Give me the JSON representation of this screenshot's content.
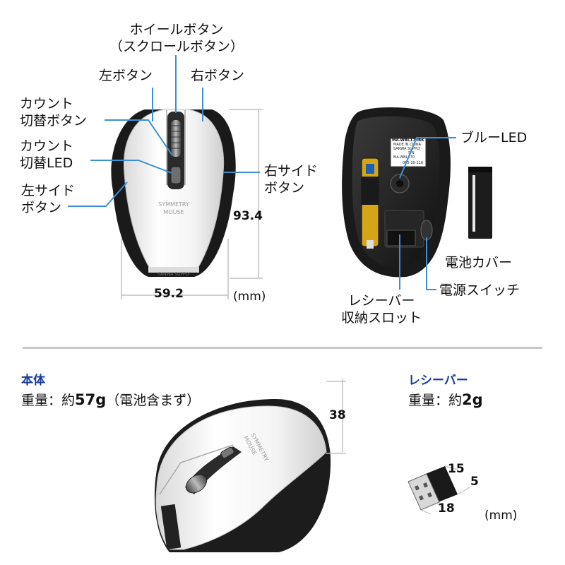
{
  "top_view_labels": {
    "wheel_button_line1": "ホイールボタン",
    "wheel_button_line2": "（スクロールボタン）",
    "left_button": "左ボタン",
    "right_button": "右ボタン",
    "count_switch_line1": "カウント",
    "count_switch_line2": "切替ボタン",
    "count_led_line1": "カウント",
    "count_led_line2": "切替LED",
    "left_side_line1": "左サイド",
    "left_side_line2": "ボタン",
    "right_side_line1": "右サイド",
    "right_side_line2": "ボタン",
    "length": "93.4",
    "width": "59.2",
    "unit": "(mm)",
    "mouse_print_1": "SYMMETRY",
    "mouse_print_2": "MOUSE",
    "mouse_print_brand": "SANWA SUPPLY"
  },
  "bottom_view_labels": {
    "blue_led": "ブルーLED",
    "battery_cover": "電池カバー",
    "power_switch": "電源スイッチ",
    "receiver_slot_line1": "レシーバー",
    "receiver_slot_line2": "収納スロット",
    "sticker_model": "MA-WBL170BK",
    "sticker_sn": "S/N",
    "sticker_made": "MADE IN CHINA",
    "sticker_brand": "SANWA SUPPLY",
    "sticker_model2": "MA-WBL170",
    "sticker_code": "005-10-116"
  },
  "body_spec": {
    "heading": "本体",
    "weight_prefix": "重量：約",
    "weight_value": "57g",
    "weight_suffix": "（電池含まず）",
    "height": "38"
  },
  "receiver_spec": {
    "heading": "レシーバー",
    "weight_prefix": "重量：約",
    "weight_value": "2g",
    "dim_a": "15",
    "dim_b": "5",
    "dim_c": "18",
    "unit": "(mm)"
  },
  "colors": {
    "callout_line": "#3b8fd6",
    "heading": "#1a3a9a",
    "dimension_line": "#c0c0c0"
  }
}
